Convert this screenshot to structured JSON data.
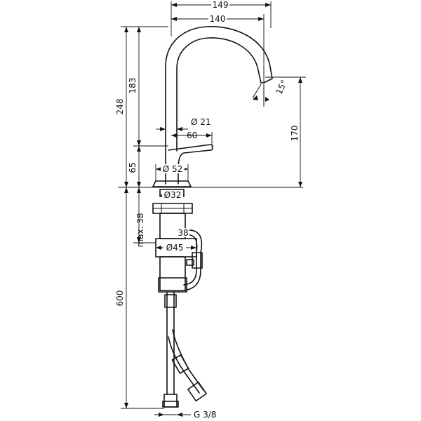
{
  "drawing": {
    "dimensions": {
      "width_total": "149",
      "spout_reach": "140",
      "height_total": "248",
      "height_body_to_spout": "183",
      "height_base": "65",
      "outlet_height": "170",
      "spout_angle": "15°",
      "body_diameter": "Ø 21",
      "lever_length": "60",
      "base_diameter": "Ø 52",
      "shank_diameter": "Ø32",
      "max_counter_thickness": "max. 38",
      "side_offset": "38",
      "nut_diameter": "Ø45",
      "hose_length": "600",
      "thread": "G 3/8"
    }
  }
}
